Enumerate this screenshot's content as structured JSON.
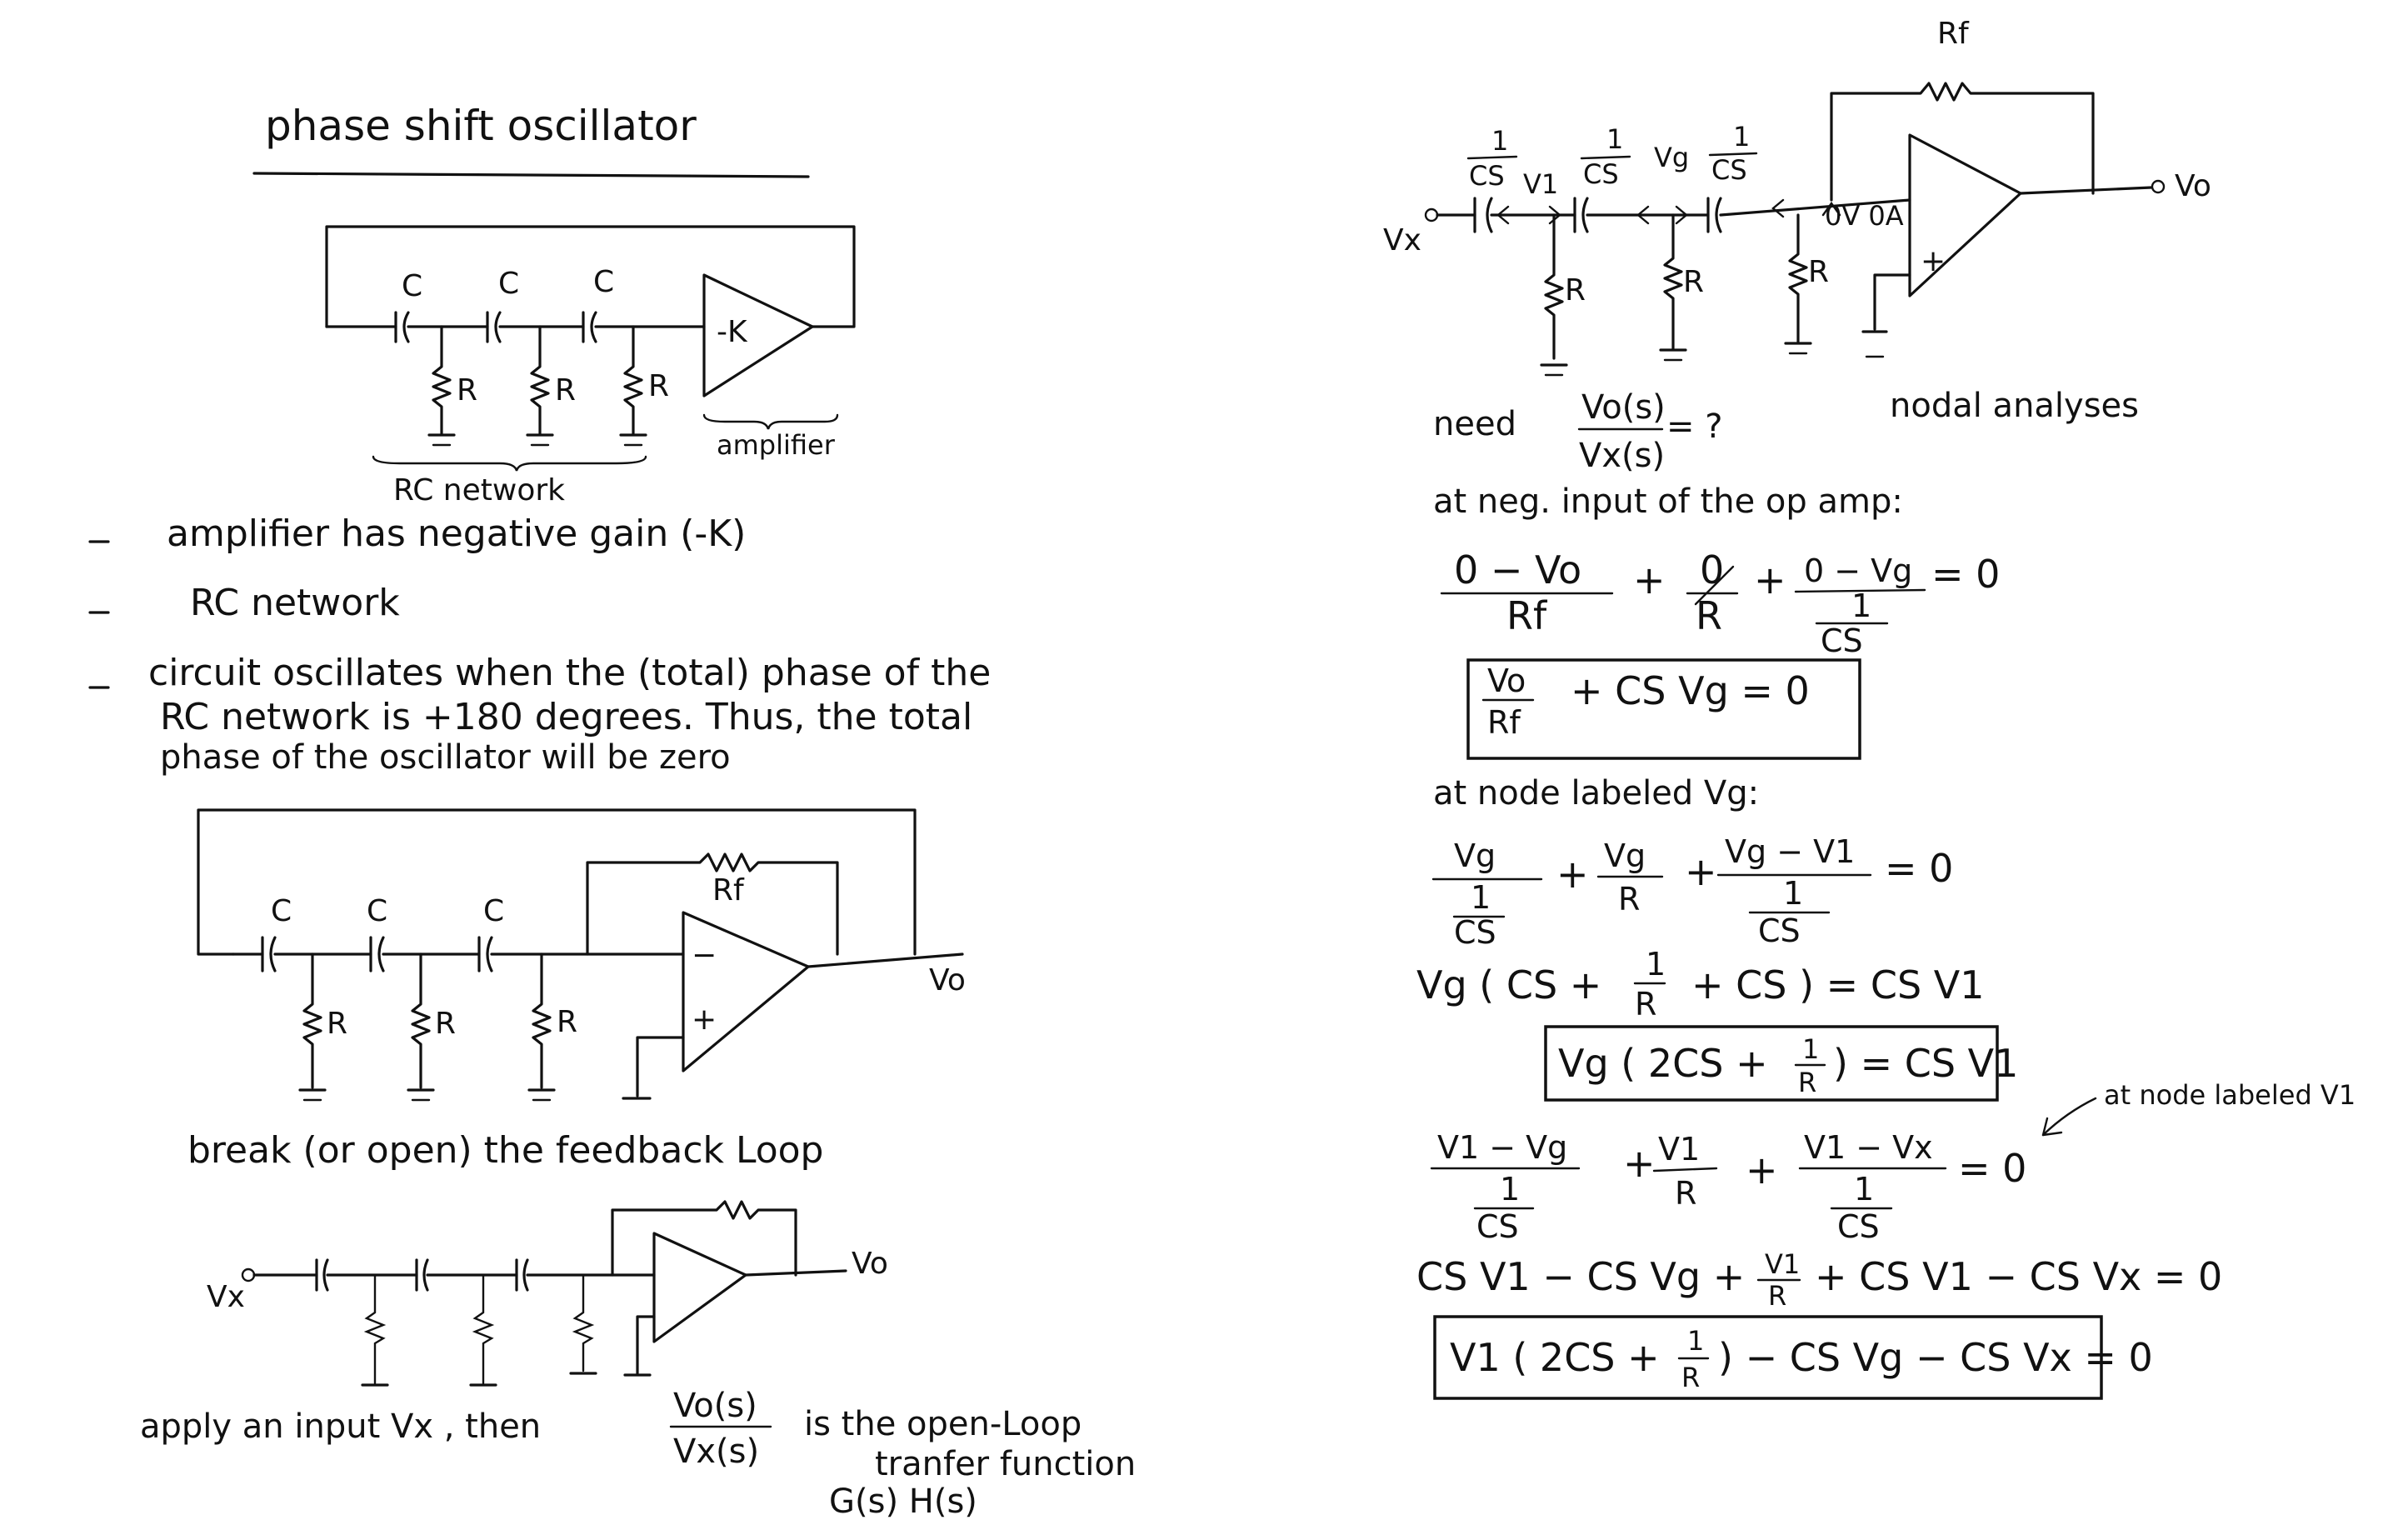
{
  "title": "phase shift oscillator",
  "diagram1": {
    "cap_label": "C",
    "res_label": "R",
    "amp_label": "-K",
    "amplifier_label": "amplifier",
    "rc_network_label": "RC network"
  },
  "bullets": [
    "amplifier has negative gain (-K)",
    "RC network",
    "circuit oscillates when the (total) phase of the",
    "RC network is +180 degrees. Thus, the total",
    "phase of the oscillator will be zero"
  ],
  "diagram2": {
    "cap_label": "C",
    "res_label": "R",
    "feedback_label": "Rf",
    "output_label": "Vo",
    "minus": "−",
    "plus": "+"
  },
  "break_text": "break (or open) the feedback Loop",
  "diagram3": {
    "input_label": "Vx",
    "output_label": "Vo"
  },
  "apply_text": {
    "prefix": "apply an input Vx , then",
    "frac_num": "Vo(s)",
    "frac_den": "Vx(s)",
    "line1": "is the open-Loop",
    "line2": "tranfer function",
    "line3": "G(s) H(s)"
  },
  "right_circuit": {
    "rf_label": "Rf",
    "cs_label": "1/CS",
    "cs_num": "1",
    "cs_den": "CS",
    "v1_label": "V1",
    "vg_label": "Vg",
    "vx_label": "Vx",
    "vo_label": "Vo",
    "res_label": "R",
    "zero_label": "0V 0A",
    "plus": "+"
  },
  "need": {
    "word": "need",
    "num": "Vo(s)",
    "den": "Vx(s)",
    "rest": "= ?",
    "nodal": "nodal analyses"
  },
  "neg_input_text": "at neg. input of the op amp:",
  "eq1": {
    "t1_num": "0 − Vo",
    "t1_den": "Rf",
    "plus1": "+",
    "t2_num": "0",
    "t2_den": "R",
    "plus2": "+",
    "t3_num": "0 − Vg",
    "t3_den_num": "1",
    "t3_den_den": "CS",
    "rhs": "= 0"
  },
  "box1": {
    "num": "Vo",
    "den": "Rf",
    "rest": "+ CS Vg = 0"
  },
  "node_vg_text": "at node labeled Vg:",
  "eq2": {
    "t1_num": "Vg",
    "t1_den_num": "1",
    "t1_den_den": "CS",
    "plus1": "+",
    "t2_num": "Vg",
    "t2_den": "R",
    "plus2": "+",
    "t3_num": "Vg − V1",
    "t3_den_num": "1",
    "t3_den_den": "CS",
    "rhs": "= 0"
  },
  "eq3": {
    "lhs": "Vg ( CS +",
    "frac_num": "1",
    "frac_den": "R",
    "rest": "+ CS ) = CS V1"
  },
  "box2": {
    "lhs": "Vg ( 2CS +",
    "frac_num": "1",
    "frac_den": "R",
    "rest": ") = CS V1"
  },
  "node_v1_text": "at node labeled V1",
  "eq4": {
    "t1_num": "V1 − Vg",
    "t1_den_num": "1",
    "t1_den_den": "CS",
    "plus1": "+",
    "t2_num": "V1",
    "t2_den": "R",
    "plus2": "+",
    "t3_num": "V1 − Vx",
    "t3_den_num": "1",
    "t3_den_den": "CS",
    "rhs": "= 0"
  },
  "eq5": {
    "left": "CS V1 − CS Vg +",
    "frac_num": "V1",
    "frac_den": "R",
    "right": "+ CS V1 − CS Vx = 0"
  },
  "box3": {
    "lhs": "V1 ( 2CS +",
    "frac_num": "1",
    "frac_den": "R",
    "rest": ") − CS Vg − CS Vx = 0"
  }
}
